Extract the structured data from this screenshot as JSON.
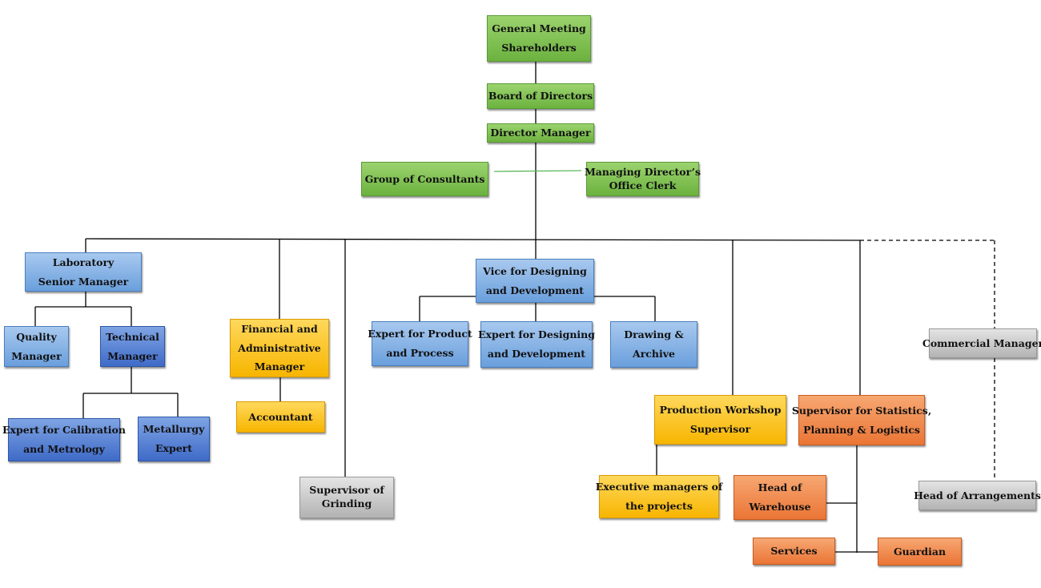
{
  "nodes": {
    "general_meeting": {
      "line1": "General Meeting",
      "line2": "Shareholders"
    },
    "board": {
      "line1": "Board of Directors"
    },
    "director_manager": {
      "line1": "Director Manager"
    },
    "consultants": {
      "line1": "Group of Consultants"
    },
    "office_clerk": {
      "line1": "Managing Director’s",
      "line2": "Office Clerk"
    },
    "lab_manager": {
      "line1": "Laboratory",
      "line2": "Senior Manager"
    },
    "quality_manager": {
      "line1": "Quality",
      "line2": "Manager"
    },
    "technical_manager": {
      "line1": "Technical",
      "line2": "Manager"
    },
    "calibration_expert": {
      "line1": "Expert for Calibration",
      "line2": "and Metrology"
    },
    "metallurgy_expert": {
      "line1": "Metallurgy",
      "line2": "Expert"
    },
    "financial_manager": {
      "line1": "Financial and",
      "line2": "Administrative",
      "line3": "Manager"
    },
    "accountant": {
      "line1": "Accountant"
    },
    "grinding_supervisor": {
      "line1": "Supervisor of",
      "line2": "Grinding"
    },
    "vice_design": {
      "line1": "Vice for Designing",
      "line2": "and Development"
    },
    "expert_product": {
      "line1": "Expert for Product",
      "line2": "and Process"
    },
    "expert_design": {
      "line1": "Expert for Designing",
      "line2": "and Development"
    },
    "drawing_archive": {
      "line1": "Drawing &",
      "line2": "Archive"
    },
    "production_supervisor": {
      "line1": "Production Workshop",
      "line2": "Supervisor"
    },
    "executive_managers": {
      "line1": "Executive managers of",
      "line2": "the projects"
    },
    "stats_supervisor": {
      "line1": "Supervisor for Statistics,",
      "line2": "Planning & Logistics"
    },
    "head_warehouse": {
      "line1": "Head of",
      "line2": "Warehouse"
    },
    "services": {
      "line1": "Services"
    },
    "guardian": {
      "line1": "Guardian"
    },
    "commercial_manager": {
      "line1": "Commercial Manager"
    },
    "head_arrangements": {
      "line1": "Head of Arrangements"
    }
  },
  "colors": {
    "green": "#7cbf4e",
    "blue": "#7ea9e0",
    "dark_blue": "#4a76cc",
    "yellow": "#fcc419",
    "orange": "#ee8a4e",
    "gray": "#c6c6c6",
    "connector": "#000000",
    "consultant_connector": "#5cb85c"
  }
}
